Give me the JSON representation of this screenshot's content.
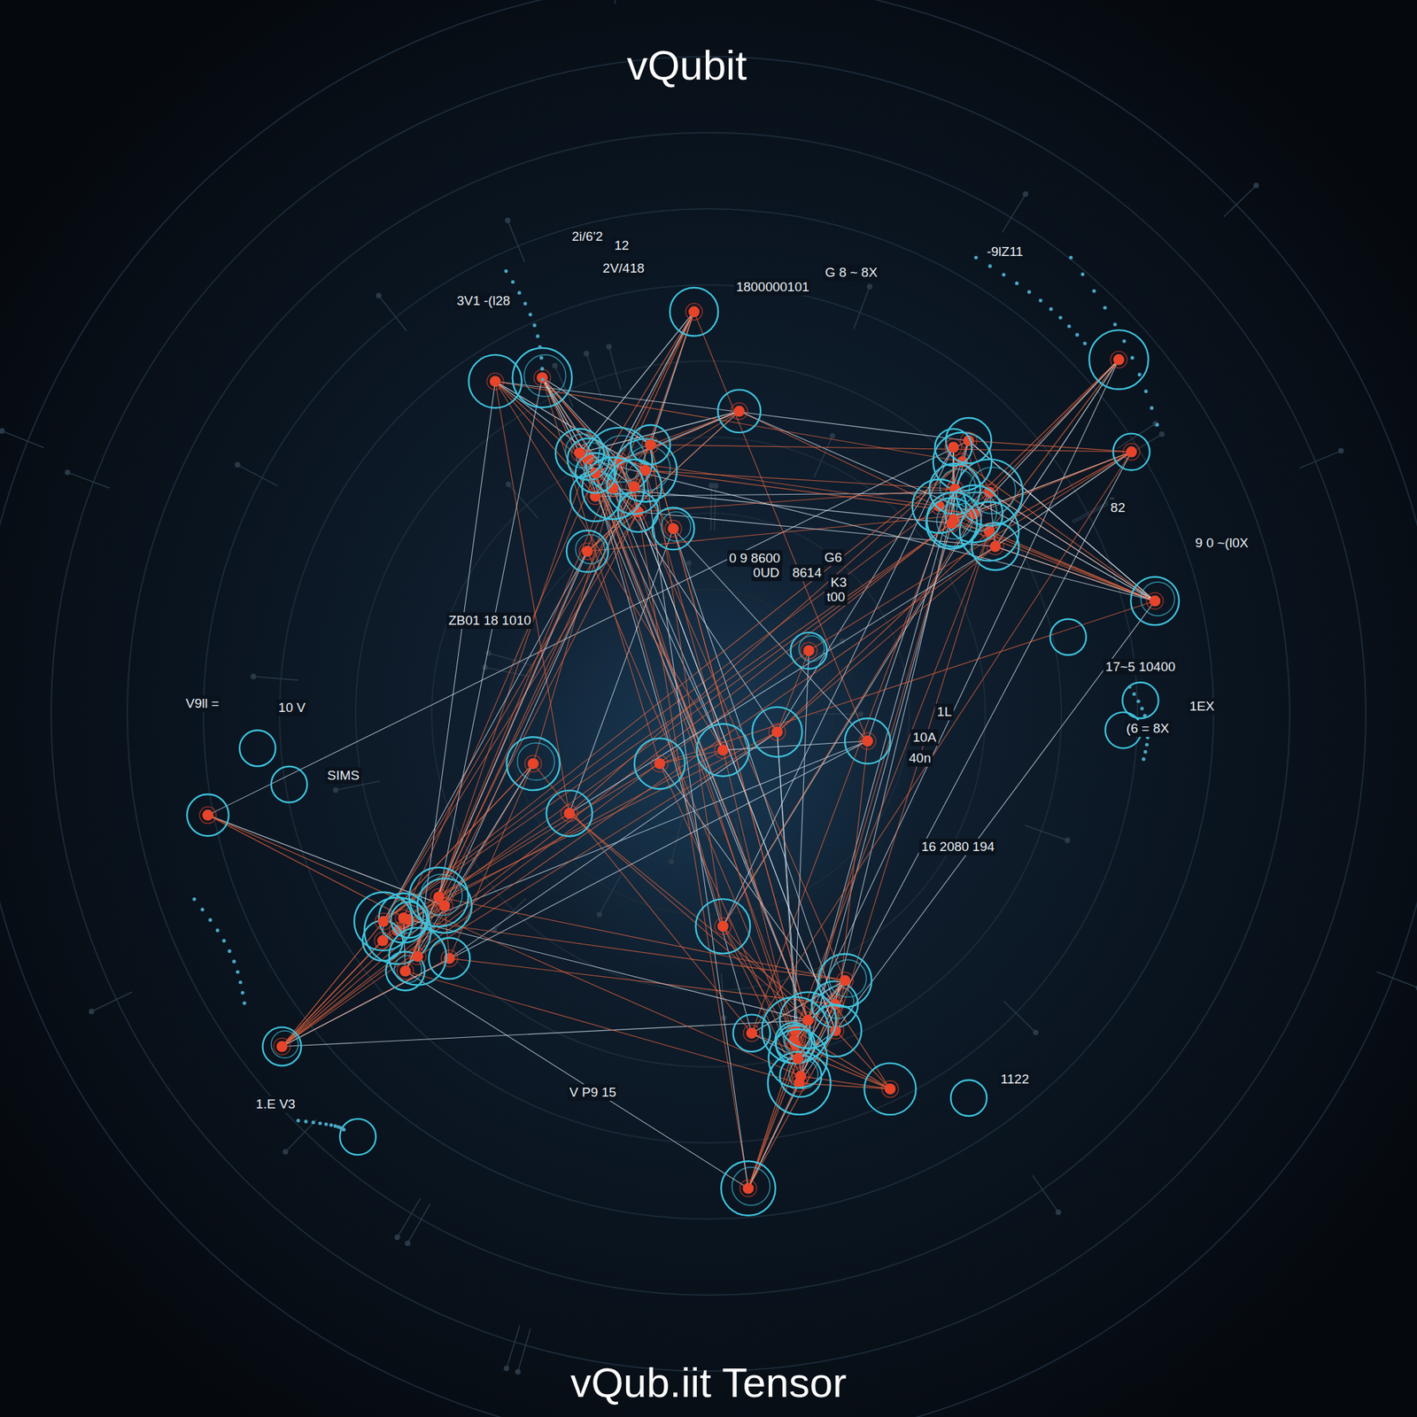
{
  "diagram": {
    "title": "vQubit",
    "caption": "vQub.iit Tensor",
    "labels": [
      "2i/6'2",
      "12",
      "2V/418",
      "3V1 -(l28",
      "1800000101",
      "G 8 ~ 8X",
      "-9lZ11",
      "82",
      "9 0 ~(l0X",
      "0 9 8600",
      "0UD",
      "8614",
      "G6",
      "K3",
      "t00",
      "ZB01 18 1010",
      "17~5 10400",
      "1L",
      "1EX",
      "(6 = 8X",
      "10A",
      "40n",
      "V9ll =",
      "10 V",
      "SIMS",
      "16 2080 194",
      "1122",
      "V P9 15",
      "1.E V3"
    ]
  }
}
